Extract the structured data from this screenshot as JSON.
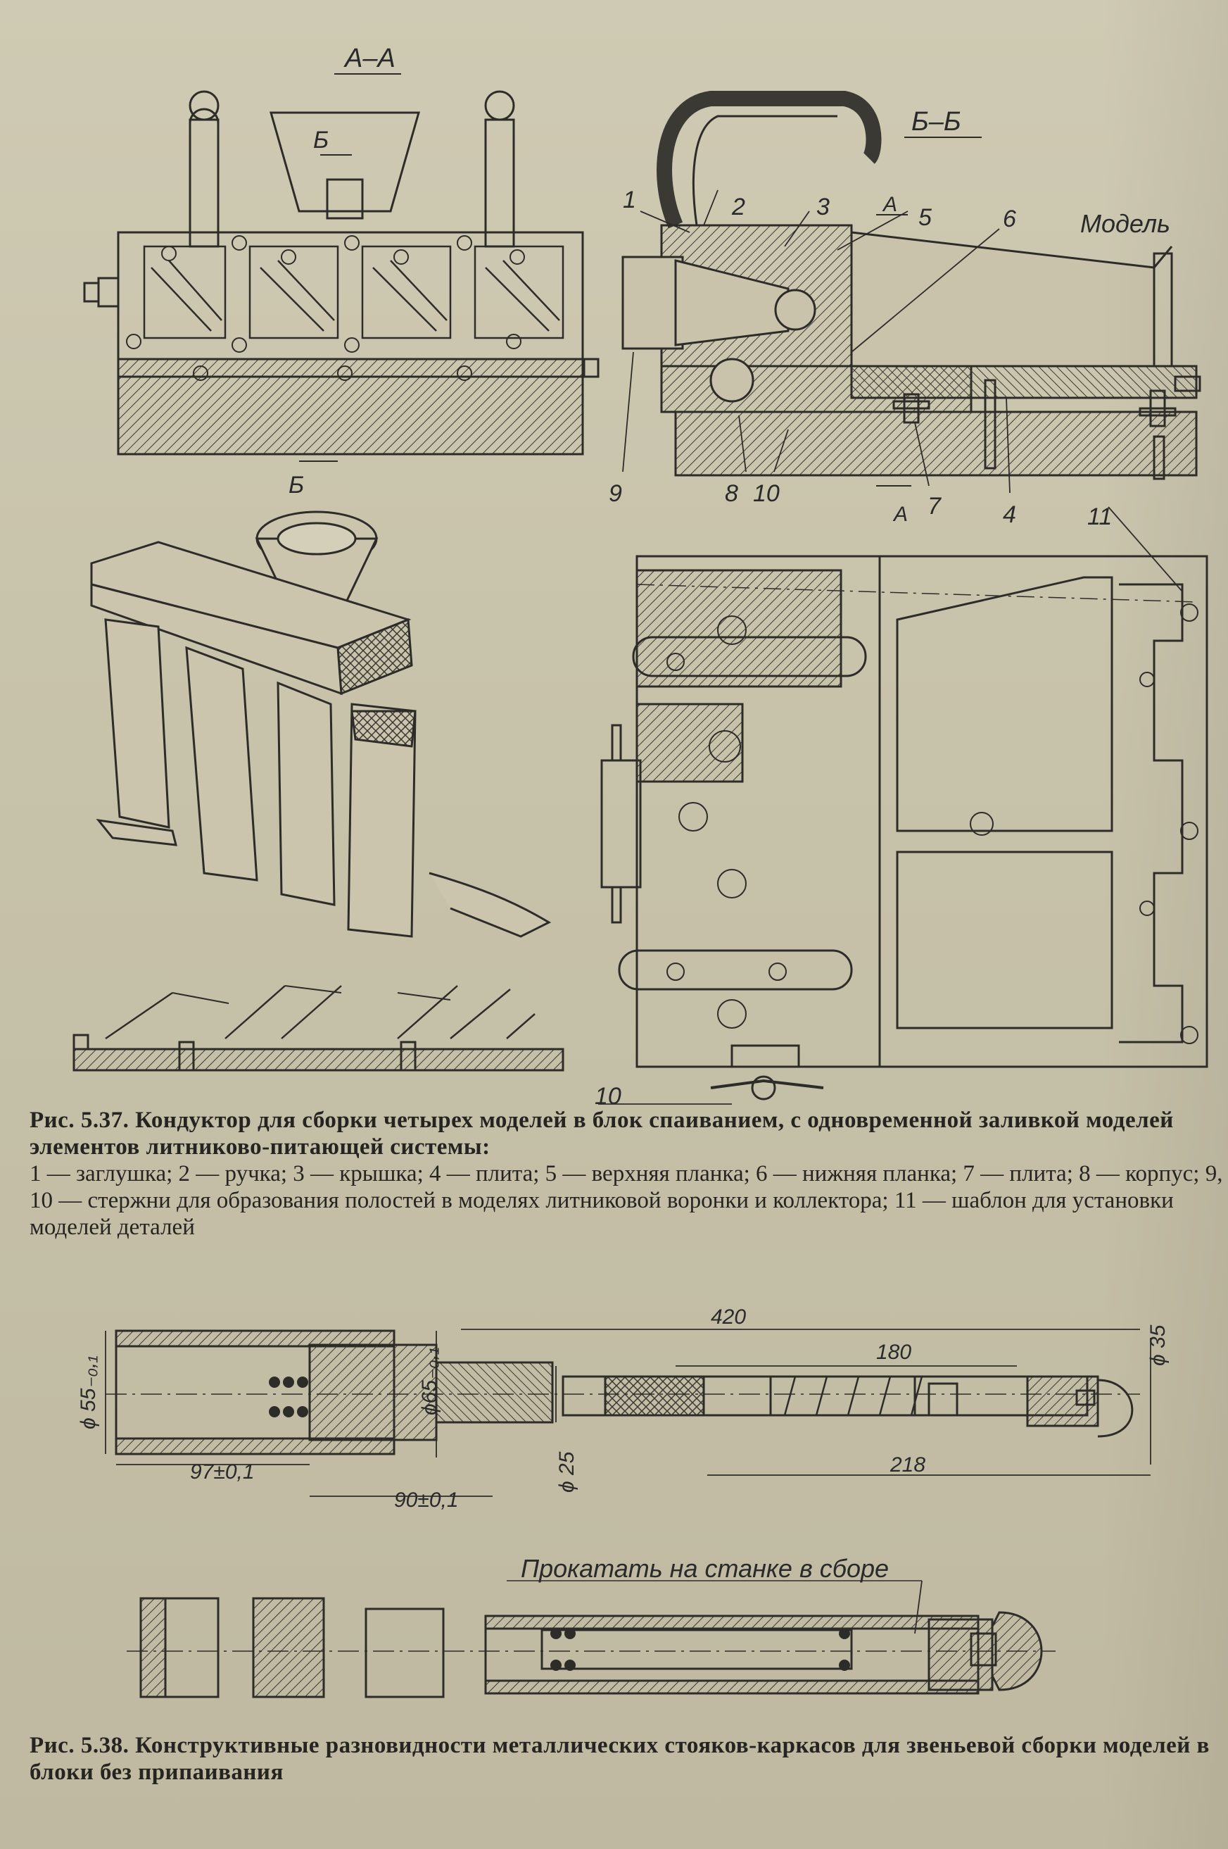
{
  "figure_537": {
    "section_labels": {
      "aa": "А–А",
      "bb": "Б–Б"
    },
    "cut_marks": {
      "b": "Б",
      "a": "А"
    },
    "model_label": "Модель",
    "callouts": [
      "1",
      "2",
      "3",
      "4",
      "5",
      "6",
      "7",
      "8",
      "9",
      "10",
      "11"
    ],
    "caption_title": "Рис. 5.37. Кондуктор для сборки четырех моделей в блок спаиванием, с одновременной заливкой моделей элементов литниково-питающей системы:",
    "caption_legend": "1 — заглушка; 2 — ручка; 3 — крышка; 4 — плита; 5 — верхняя планка; 6 — нижняя планка; 7 — плита; 8 — корпус; 9, 10 — стержни для образования полостей в моделях литниковой воронки и коллектора; 11 — шаблон для установки моделей деталей"
  },
  "figure_538": {
    "dimensions": {
      "d1": "ϕ 55₋₀,₁",
      "d2": "97±0,1",
      "d3": "90±0,1",
      "d4": "ϕ65₋₀,₁",
      "d5": "ϕ 25",
      "d6": "420",
      "d7": "180",
      "d8": "218",
      "d9": "ϕ 35"
    },
    "note": "Прокатать на станке в сборе",
    "caption_title": "Рис. 5.38. Конструктивные разновидности металлических стояков-каркасов для звеньевой сборки моделей в блоки без припаивания"
  }
}
